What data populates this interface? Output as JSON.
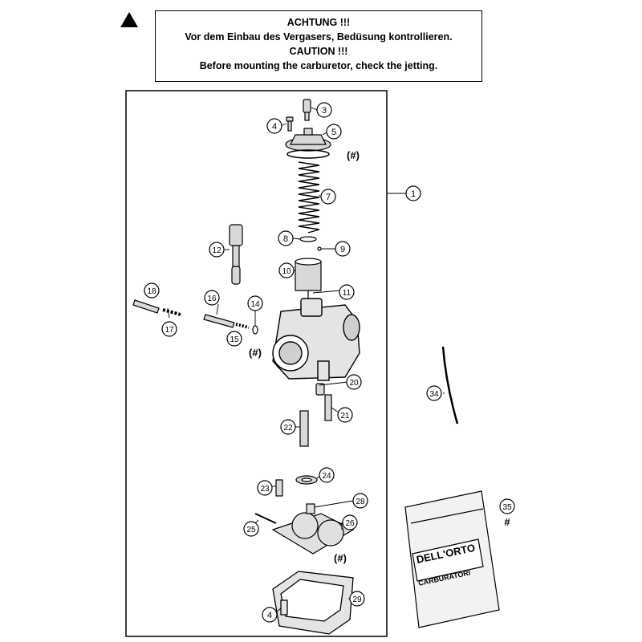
{
  "caution": {
    "line1": "ACHTUNG !!!",
    "line2": "Vor dem Einbau des Vergasers, Bedüsung kontrollieren.",
    "line3": "CAUTION !!!",
    "line4": "Before mounting the carburetor, check the jetting."
  },
  "colors": {
    "line": "#000000",
    "background": "#ffffff",
    "part_fill": "#d8d8d8"
  },
  "icons": {
    "warning": "warning-triangle-icon"
  },
  "callouts": [
    {
      "label": "1"
    },
    {
      "label": "3"
    },
    {
      "label": "4"
    },
    {
      "label": "5"
    },
    {
      "label": "7"
    },
    {
      "label": "8"
    },
    {
      "label": "9"
    },
    {
      "label": "10"
    },
    {
      "label": "11"
    },
    {
      "label": "12"
    },
    {
      "label": "14"
    },
    {
      "label": "15"
    },
    {
      "label": "16"
    },
    {
      "label": "17"
    },
    {
      "label": "18"
    },
    {
      "label": "20"
    },
    {
      "label": "21"
    },
    {
      "label": "22"
    },
    {
      "label": "23"
    },
    {
      "label": "24"
    },
    {
      "label": "25"
    },
    {
      "label": "26"
    },
    {
      "label": "28"
    },
    {
      "label": "29"
    },
    {
      "label": "34"
    },
    {
      "label": "35"
    },
    {
      "label": "4"
    }
  ],
  "hash_notes": [
    "(#)",
    "(#)",
    "(#)",
    "#"
  ],
  "packet": {
    "brand": "DELL'ORTO",
    "caption": "CARBURATORI"
  }
}
